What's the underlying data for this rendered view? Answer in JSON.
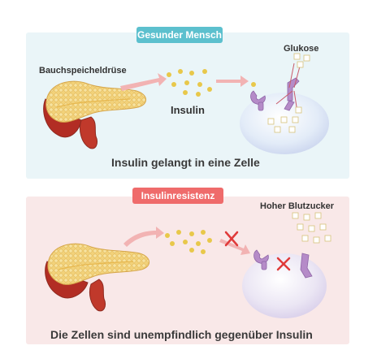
{
  "healthy": {
    "badge": "Gesunder Mensch",
    "pancreas_label": "Bauchspeicheldrüse",
    "insulin_label": "Insulin",
    "glucose_label": "Glukose",
    "caption": "Insulin gelangt in eine Zelle"
  },
  "resistance": {
    "badge": "Insulinresistenz",
    "blood_sugar_label": "Hoher Blutzucker",
    "caption": "Die Zellen sind unempfindlich gegenüber Insulin"
  },
  "colors": {
    "healthy_accent": "#5cc0ce",
    "resistance_accent": "#ef6b6b",
    "insulin_dot": "#e8c84a",
    "receptor": "#b58bc8",
    "block_mark": "#e03a3a"
  }
}
